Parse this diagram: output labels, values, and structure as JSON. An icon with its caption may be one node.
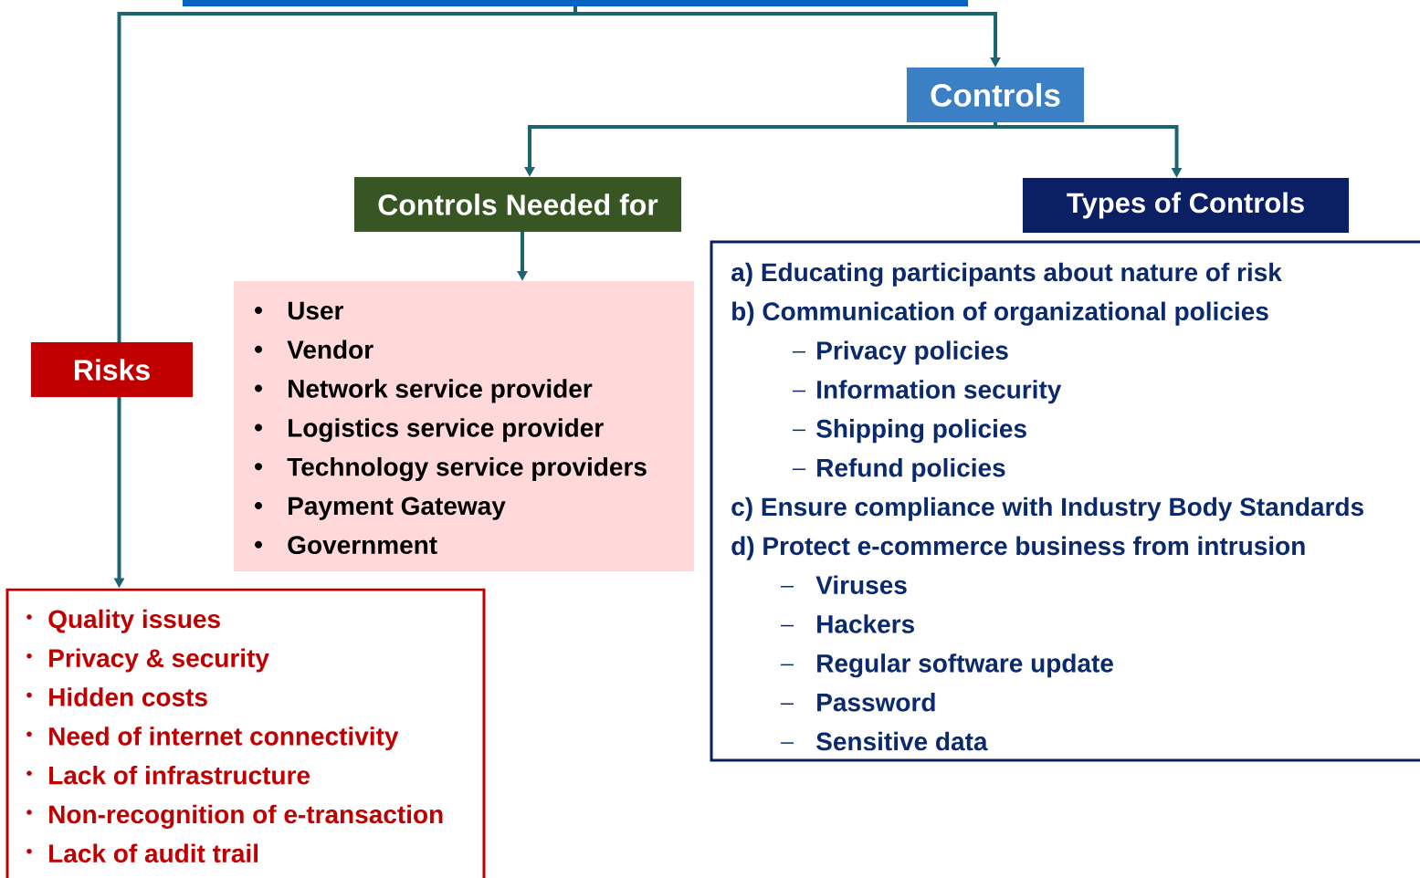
{
  "diagram": {
    "nodes": [
      {
        "text": [],
        "shape": "bar"
      },
      {
        "text": [
          "Controls"
        ]
      },
      {
        "text": [
          "Controls Needed for"
        ]
      },
      {
        "text": [
          "Types of Controls"
        ]
      },
      {
        "text": [
          "Risks"
        ]
      },
      {
        "text": [
          "User",
          "Vendor",
          "Network service provider",
          "Logistics service provider",
          "Technology service providers",
          "Payment Gateway",
          "Government"
        ]
      },
      {
        "text": [
          "a) Educating participants about nature of risk",
          "b) Communication of organizational policies",
          "Privacy policies",
          "Information security",
          "Shipping policies",
          "Refund policies",
          "c) Ensure compliance with Industry Body Standards",
          "d) Protect e-commerce business from intrusion",
          "Viruses",
          "Hackers",
          "Regular software update",
          "Password",
          "Sensitive data"
        ]
      },
      {
        "text": [
          "Quality issues",
          "Privacy & security",
          "Hidden costs",
          "Need of internet connectivity",
          "Lack of infrastructure",
          "Non-recognition of e-transaction",
          "Lack of audit trail"
        ]
      }
    ],
    "edges": [
      {
        "from": 0,
        "to": 1,
        "arrow": "to"
      },
      {
        "from": 0,
        "to": 4,
        "arrow": "none"
      },
      {
        "from": 4,
        "to": 7,
        "arrow": "to"
      },
      {
        "from": 1,
        "to": 2,
        "arrow": "to"
      },
      {
        "from": 1,
        "to": 3,
        "arrow": "to"
      },
      {
        "from": 2,
        "to": 5,
        "arrow": "to"
      }
    ]
  }
}
